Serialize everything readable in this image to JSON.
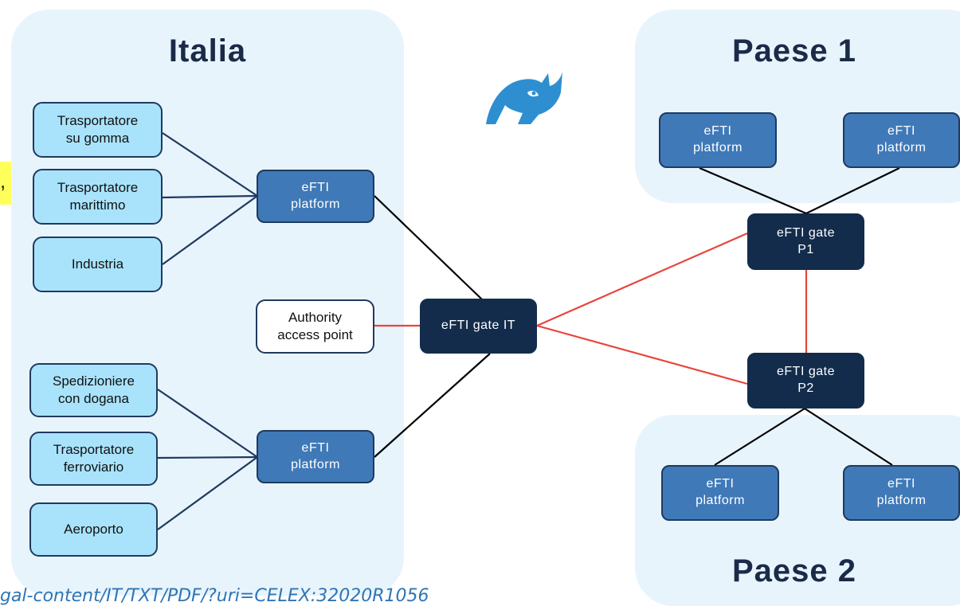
{
  "regions": {
    "italia": "Italia",
    "paese1": "Paese 1",
    "paese2": "Paese 2"
  },
  "nodes": {
    "gomma": "Trasportatore\nsu gomma",
    "marittimo": "Trasportatore\nmarittimo",
    "industria": "Industria",
    "spedizioniere": "Spedizioniere\ncon dogana",
    "ferroviario": "Trasportatore\nferroviario",
    "aeroporto": "Aeroporto",
    "platform_it_1": "eFTI\nplatform",
    "platform_it_2": "eFTI\nplatform",
    "authority": "Authority\naccess point",
    "gate_it": "eFTI gate IT",
    "gate_p1": "eFTI gate\nP1",
    "gate_p2": "eFTI gate\nP2",
    "platform_p1_left": "eFTI\nplatform",
    "platform_p1_right": "eFTI\nplatform",
    "platform_p2_left": "eFTI\nplatform",
    "platform_p2_right": "eFTI\nplatform"
  },
  "footer": {
    "url": "gal-content/IT/TXT/PDF/?uri=CELEX:32020R1056",
    "partial_text": ","
  },
  "colors": {
    "region_bg": "#e8f4fc",
    "light_node": "#a9e3fb",
    "platform_node": "#3f79b8",
    "gate_node": "#132c4c",
    "national_link": "#000000",
    "local_link": "#1f3a5f",
    "international_link": "#e8453c"
  },
  "icons": [
    "rhino-logo-icon"
  ]
}
